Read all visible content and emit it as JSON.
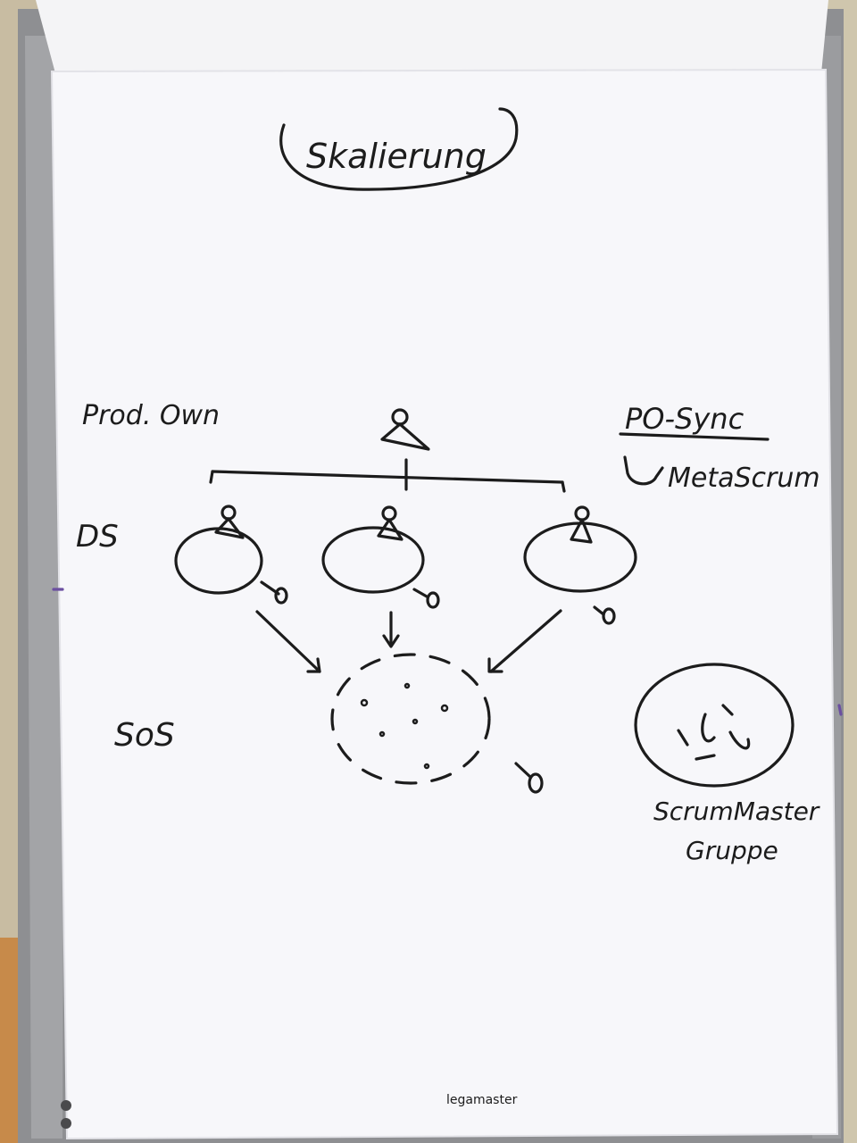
{
  "title": "Skalierung",
  "labels": {
    "product_owner": "Prod. Own",
    "po_sync": "PO-Sync",
    "meta_scrum": "MetaScrum",
    "ds": "DS",
    "sos": "SoS",
    "scrum_master_group_line1": "ScrumMaster",
    "scrum_master_group_line2": "Gruppe"
  },
  "flipchart": {
    "brand": "legamaster"
  },
  "colors": {
    "ink": "#1c1c1c",
    "paper": "#f7f7f9",
    "frame": "#8f9093"
  }
}
